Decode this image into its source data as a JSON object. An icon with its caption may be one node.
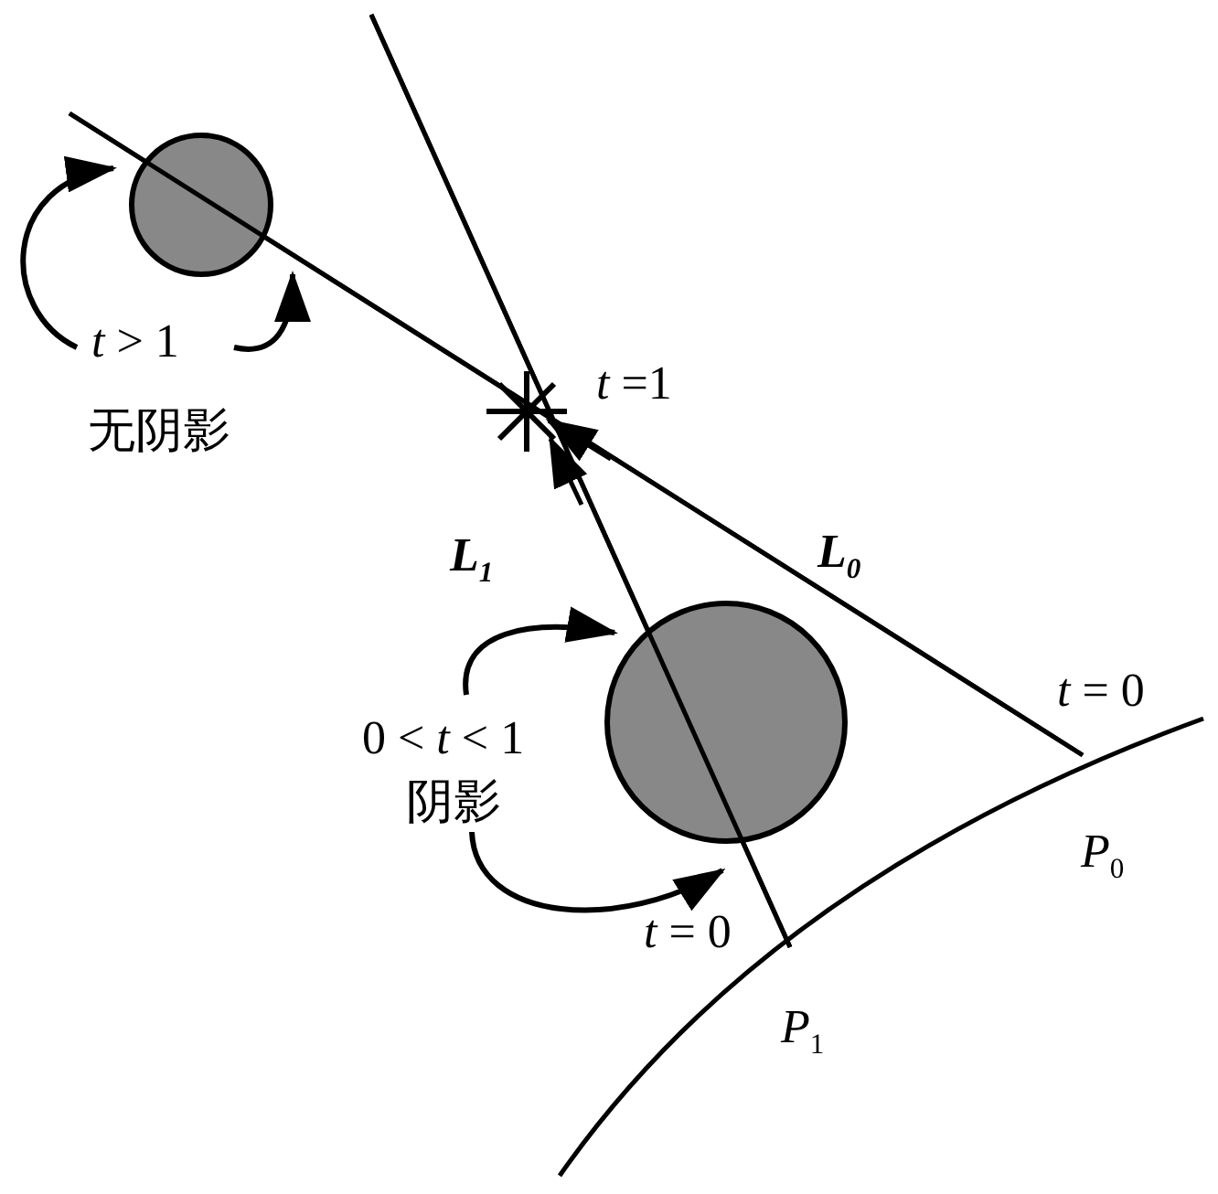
{
  "diagram": {
    "nodes": [
      {
        "text": [],
        "shape": "circle"
      },
      {
        "text": [],
        "shape": "circle"
      }
    ],
    "labels": [
      "*t* > 1",
      "*t* =1",
      "无阴影",
      "L$_{1}$",
      "L$_{0}$",
      "*t* = 0",
      "0 < *t* < 1",
      "阴影",
      "*P*$_{0}$",
      "*t* = 0",
      "*P*$_{1}$"
    ]
  }
}
